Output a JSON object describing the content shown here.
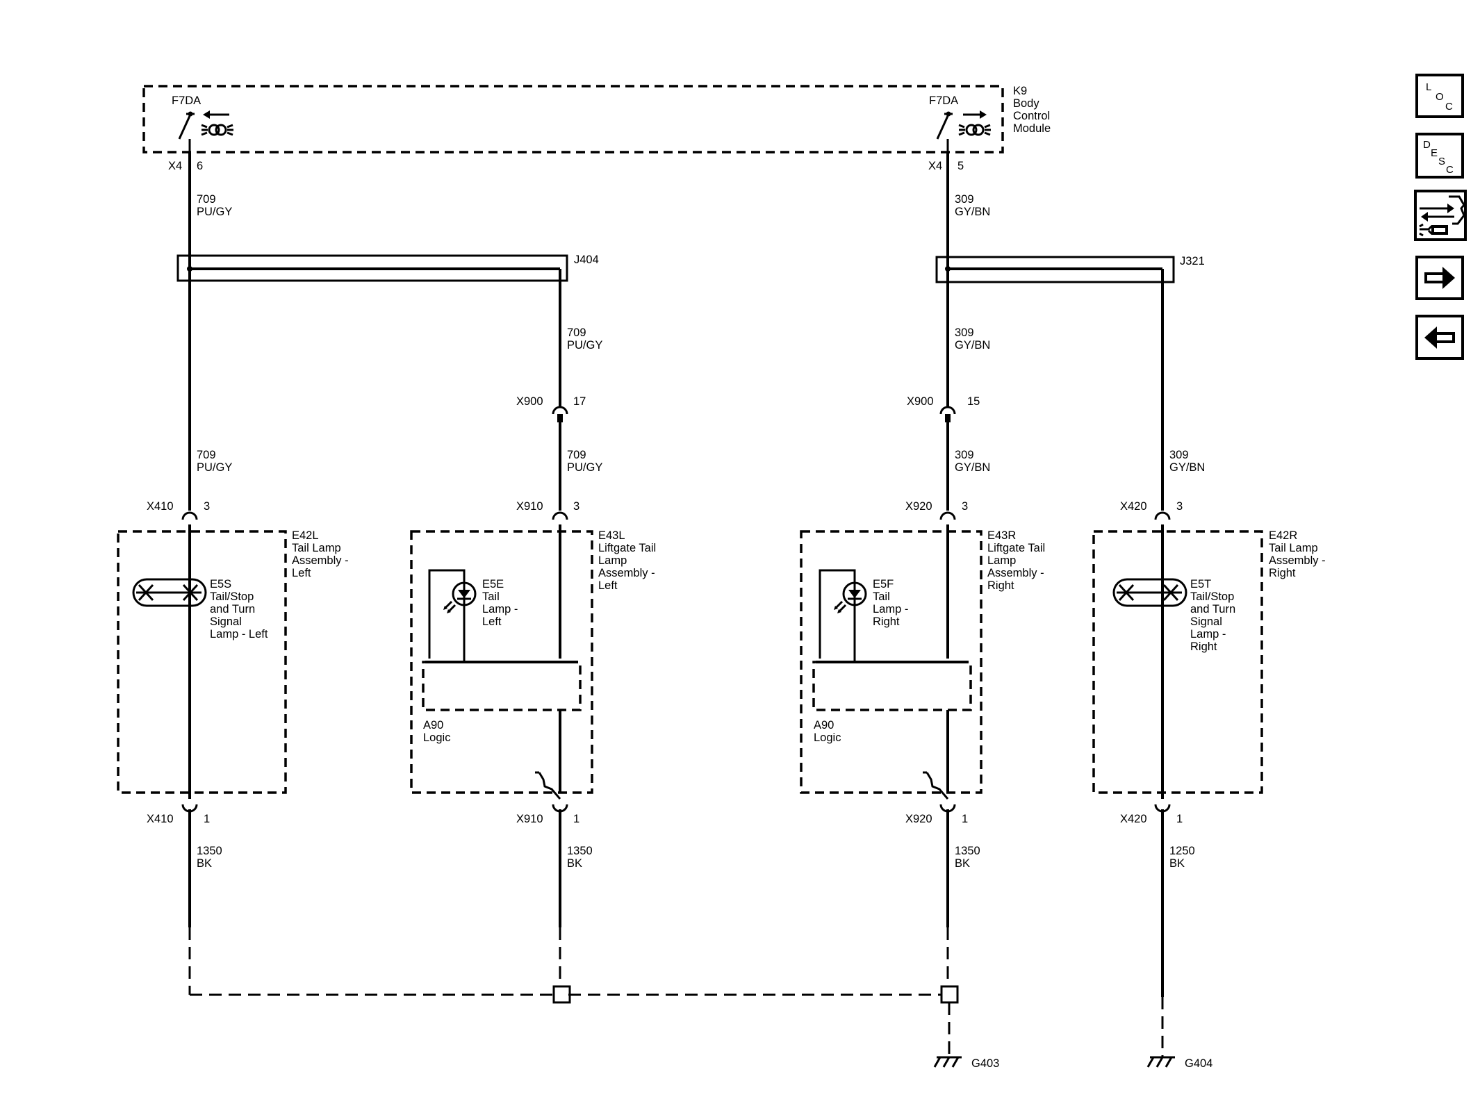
{
  "module": {
    "id": "K9",
    "name_lines": [
      "Body",
      "Control",
      "Module"
    ],
    "left_circuit_label": "F7DA",
    "right_circuit_label": "F7DA"
  },
  "module_pins": {
    "left": {
      "connector": "X4",
      "pin": "6"
    },
    "right": {
      "connector": "X4",
      "pin": "5"
    }
  },
  "wire_labels": {
    "left_upper": [
      "709",
      "PU/GY"
    ],
    "left_lower": [
      "709",
      "PU/GY"
    ],
    "liftgate_left_upper": [
      "709",
      "PU/GY"
    ],
    "liftgate_left_lower": [
      "709",
      "PU/GY"
    ],
    "liftgate_right_top": [
      "309",
      "GY/BN"
    ],
    "liftgate_right_upper": [
      "309",
      "GY/BN"
    ],
    "liftgate_right_lower": [
      "309",
      "GY/BN"
    ],
    "right_upper": [
      "309",
      "GY/BN"
    ],
    "ground_1": [
      "1350",
      "BK"
    ],
    "ground_2": [
      "1350",
      "BK"
    ],
    "ground_3": [
      "1350",
      "BK"
    ],
    "ground_4": [
      "1250",
      "BK"
    ]
  },
  "splices": {
    "left": "J404",
    "right": "J321"
  },
  "inline_connectors": {
    "left": {
      "connector": "X900",
      "pin": "17"
    },
    "right": {
      "connector": "X900",
      "pin": "15"
    }
  },
  "lamp_connectors_top": [
    {
      "connector": "X410",
      "pin": "3"
    },
    {
      "connector": "X910",
      "pin": "3"
    },
    {
      "connector": "X920",
      "pin": "3"
    },
    {
      "connector": "X420",
      "pin": "3"
    }
  ],
  "lamp_connectors_bottom": [
    {
      "connector": "X410",
      "pin": "1"
    },
    {
      "connector": "X910",
      "pin": "1"
    },
    {
      "connector": "X920",
      "pin": "1"
    },
    {
      "connector": "X420",
      "pin": "1"
    }
  ],
  "assemblies": {
    "e42l": [
      "E42L",
      "Tail Lamp",
      "Assembly -",
      "Left"
    ],
    "e43l": [
      "E43L",
      "Liftgate Tail",
      "Lamp",
      "Assembly -",
      "Left"
    ],
    "e43r": [
      "E43R",
      "Liftgate Tail",
      "Lamp",
      "Assembly -",
      "Right"
    ],
    "e42r": [
      "E42R",
      "Tail Lamp",
      "Assembly -",
      "Right"
    ]
  },
  "lamps": {
    "e5s": [
      "E5S",
      "Tail/Stop",
      "and Turn",
      "Signal",
      "Lamp - Left"
    ],
    "e5e": [
      "E5E",
      "Tail",
      "Lamp -",
      "Left"
    ],
    "e5f": [
      "E5F",
      "Tail",
      "Lamp -",
      "Right"
    ],
    "e5t": [
      "E5T",
      "Tail/Stop",
      "and Turn",
      "Signal",
      "Lamp -",
      "Right"
    ]
  },
  "logic_modules": {
    "left": [
      "A90",
      "Logic"
    ],
    "right": [
      "A90",
      "Logic"
    ]
  },
  "grounds": {
    "g403": "G403",
    "g404": "G404"
  },
  "nav": {
    "loc_letters": [
      "L",
      "O",
      "C"
    ],
    "desc_letters": [
      "D",
      "E",
      "S",
      "C"
    ],
    "service_icon": "connector-service-icon",
    "next_icon": "arrow-right-icon",
    "prev_icon": "arrow-left-icon"
  }
}
